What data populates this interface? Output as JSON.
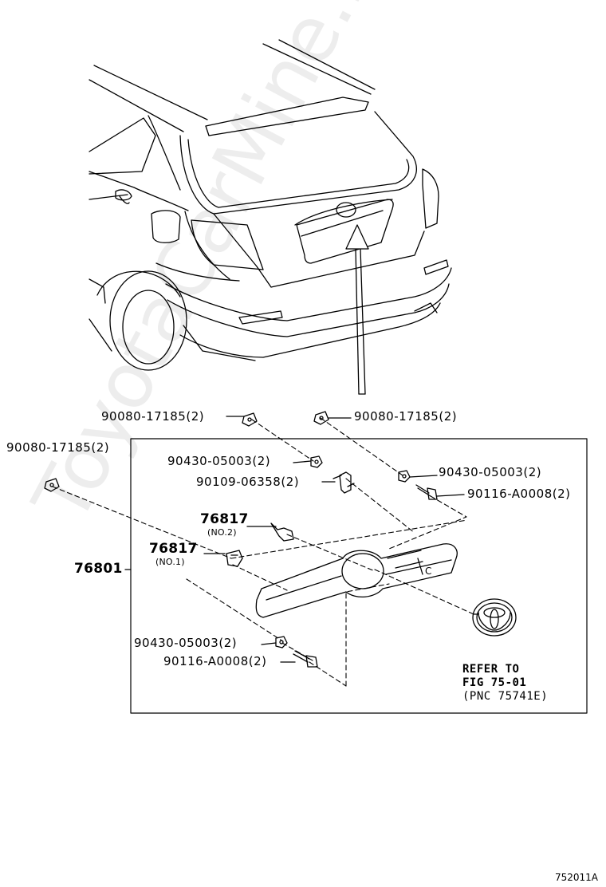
{
  "labels": {
    "clip_top_left": "90080-17185(2)",
    "clip_top_right": "90080-17185(2)",
    "clip_outer_left": "90080-17185(2)",
    "nut_upper_left": "90430-05003(2)",
    "nut_upper_right": "90430-05003(2)",
    "bolt_clip": "90109-06358(2)",
    "screw_upper_right": "90116-A0008(2)",
    "retainer_no2_part": "76817",
    "retainer_no2_note": "(NO.2)",
    "retainer_no1_part": "76817",
    "retainer_no1_note": "(NO.1)",
    "garnish_part": "76801",
    "nut_lower": "90430-05003(2)",
    "screw_lower": "90116-A0008(2)",
    "callout_c": "C",
    "refer_line1": "REFER TO",
    "refer_line2": "FIG 75-01",
    "refer_line3": "(PNC 75741E)",
    "figure_code": "752011A",
    "watermark": "ToyotaCarMine.ru"
  },
  "colors": {
    "line": "#000000",
    "background": "#ffffff",
    "watermark": "#e6e6e6"
  }
}
